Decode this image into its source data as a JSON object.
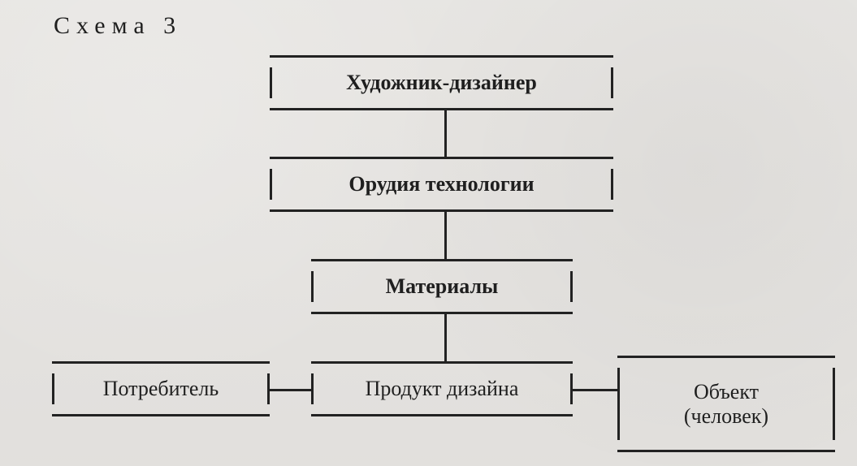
{
  "diagram": {
    "title": "Схема 3",
    "nodes": [
      {
        "label": "Художник-дизайнер"
      },
      {
        "label": "Орудия технологии"
      },
      {
        "label": "Материалы"
      },
      {
        "label": "Потребитель"
      },
      {
        "label": "Продукт дизайна"
      },
      {
        "label": "Объект\n(человек)"
      }
    ]
  }
}
